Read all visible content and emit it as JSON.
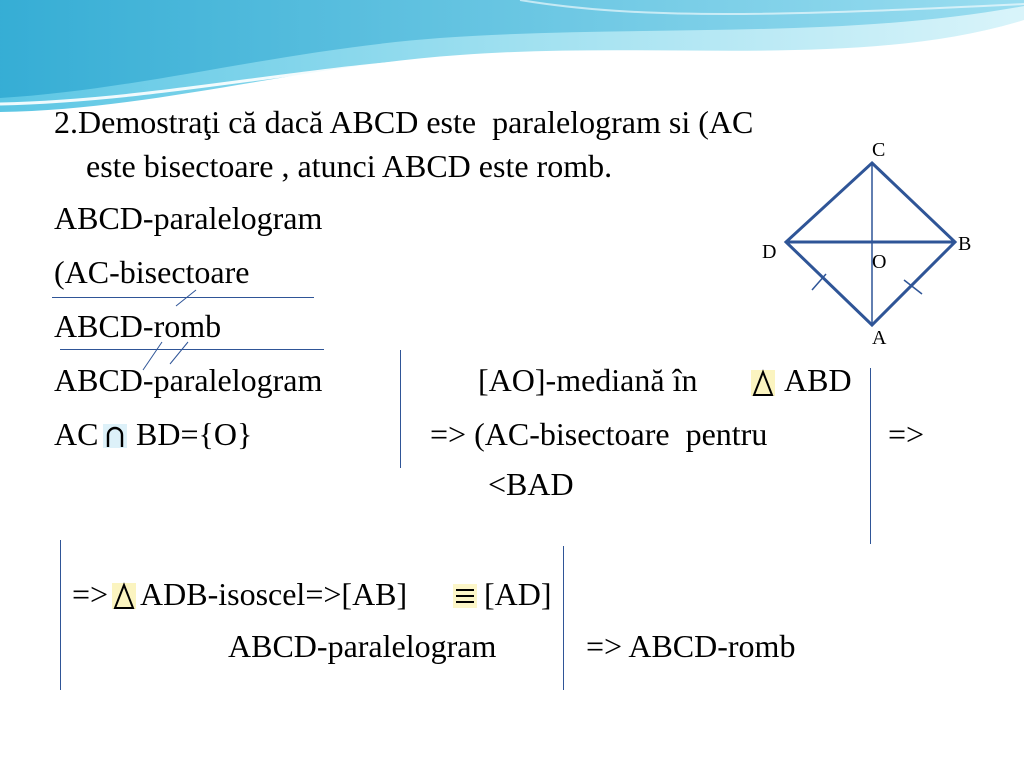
{
  "problem": {
    "line1": "2.Demostraţi că dacă ABCD este  paralelogram si (AC",
    "line2": "este bisectoare , atunci ABCD este romb."
  },
  "hypothesis": {
    "h1": "ABCD-paralelogram",
    "h2": "(AC-bisectoare"
  },
  "conclusion": {
    "c1": "ABCD-romb"
  },
  "proof": {
    "p1_left": "ABCD-paralelogram",
    "p2_left_a": "AC",
    "p2_left_b": "BD={O}",
    "p1_mid_a": "[AO]-mediană în",
    "p1_mid_b": "ABD",
    "p2_mid": "=> (AC-bisectoare  pentru",
    "p3_mid": "<BAD",
    "p2_right": "=>",
    "p4_a": "=>",
    "p4_b": "ADB-isoscel=>[AB]",
    "p4_c": "[AD]",
    "p5_left": "ABCD-paralelogram",
    "p5_right": "=> ABCD-romb"
  },
  "figure": {
    "labels": {
      "A": "A",
      "B": "B",
      "C": "C",
      "D": "D",
      "O": "O"
    }
  },
  "symbols": {
    "triangle": "triangle-icon",
    "intersection": "intersection-icon",
    "congruent": "congruent-icon"
  },
  "colors": {
    "accent": "#2f5597",
    "wave_light": "#bfeaf5",
    "wave_mid": "#7fd2e8",
    "wave_dark": "#3fb6d9"
  }
}
